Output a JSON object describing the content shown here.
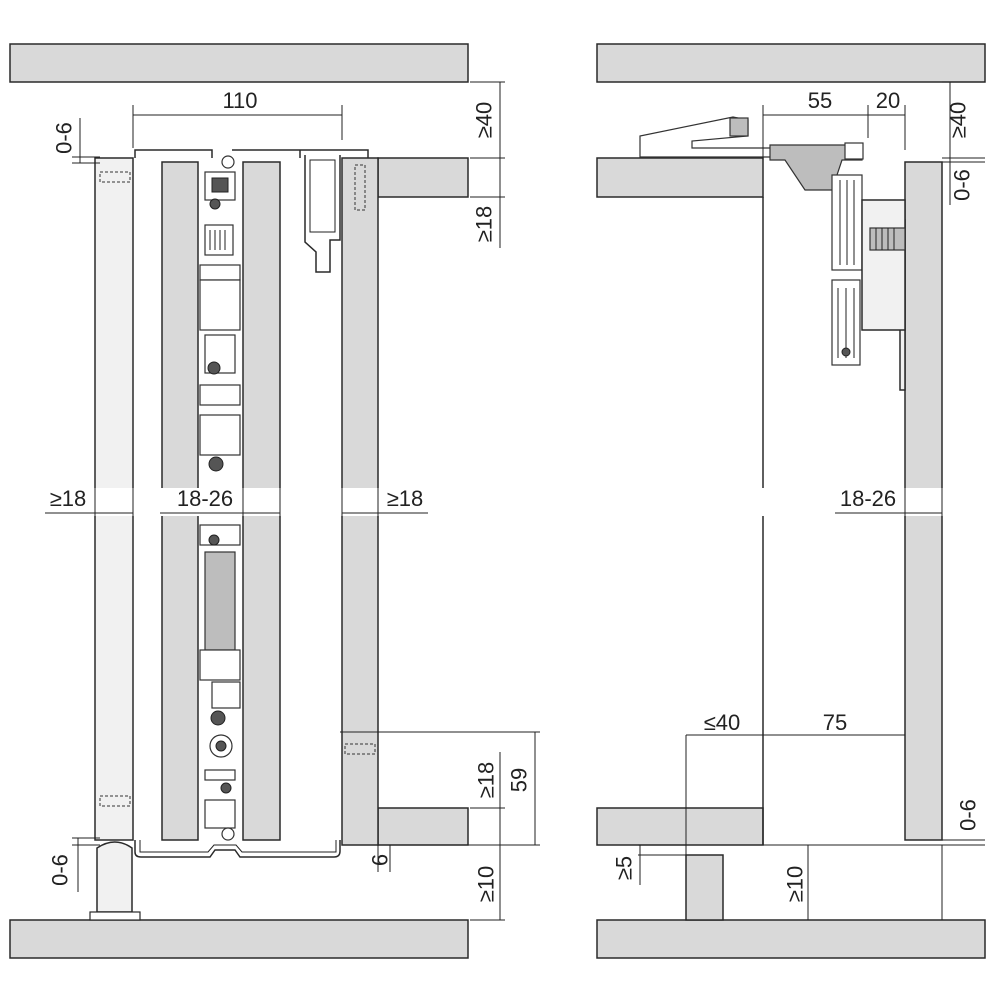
{
  "left_view": {
    "width_top": "110",
    "gap_top": "0-6",
    "clearance_top": "≥40",
    "board_top": "≥18",
    "side_left": "≥18",
    "door_thickness": "18-26",
    "side_right": "≥18",
    "board_bottom": "≥18",
    "height": "59",
    "offset": "6",
    "gap_bottom": "0-6",
    "clearance_bottom": "≥10"
  },
  "right_view": {
    "depth_a": "55",
    "depth_b": "20",
    "clearance_top": "≥40",
    "gap_top": "0-6",
    "door_thickness": "18-26",
    "inset": "≤40",
    "distance": "75",
    "foot_offset": "≥5",
    "clearance_bottom": "≥10",
    "gap_bottom": "0-6"
  },
  "colors": {
    "board": "#d9d9d9",
    "line": "#222222"
  }
}
